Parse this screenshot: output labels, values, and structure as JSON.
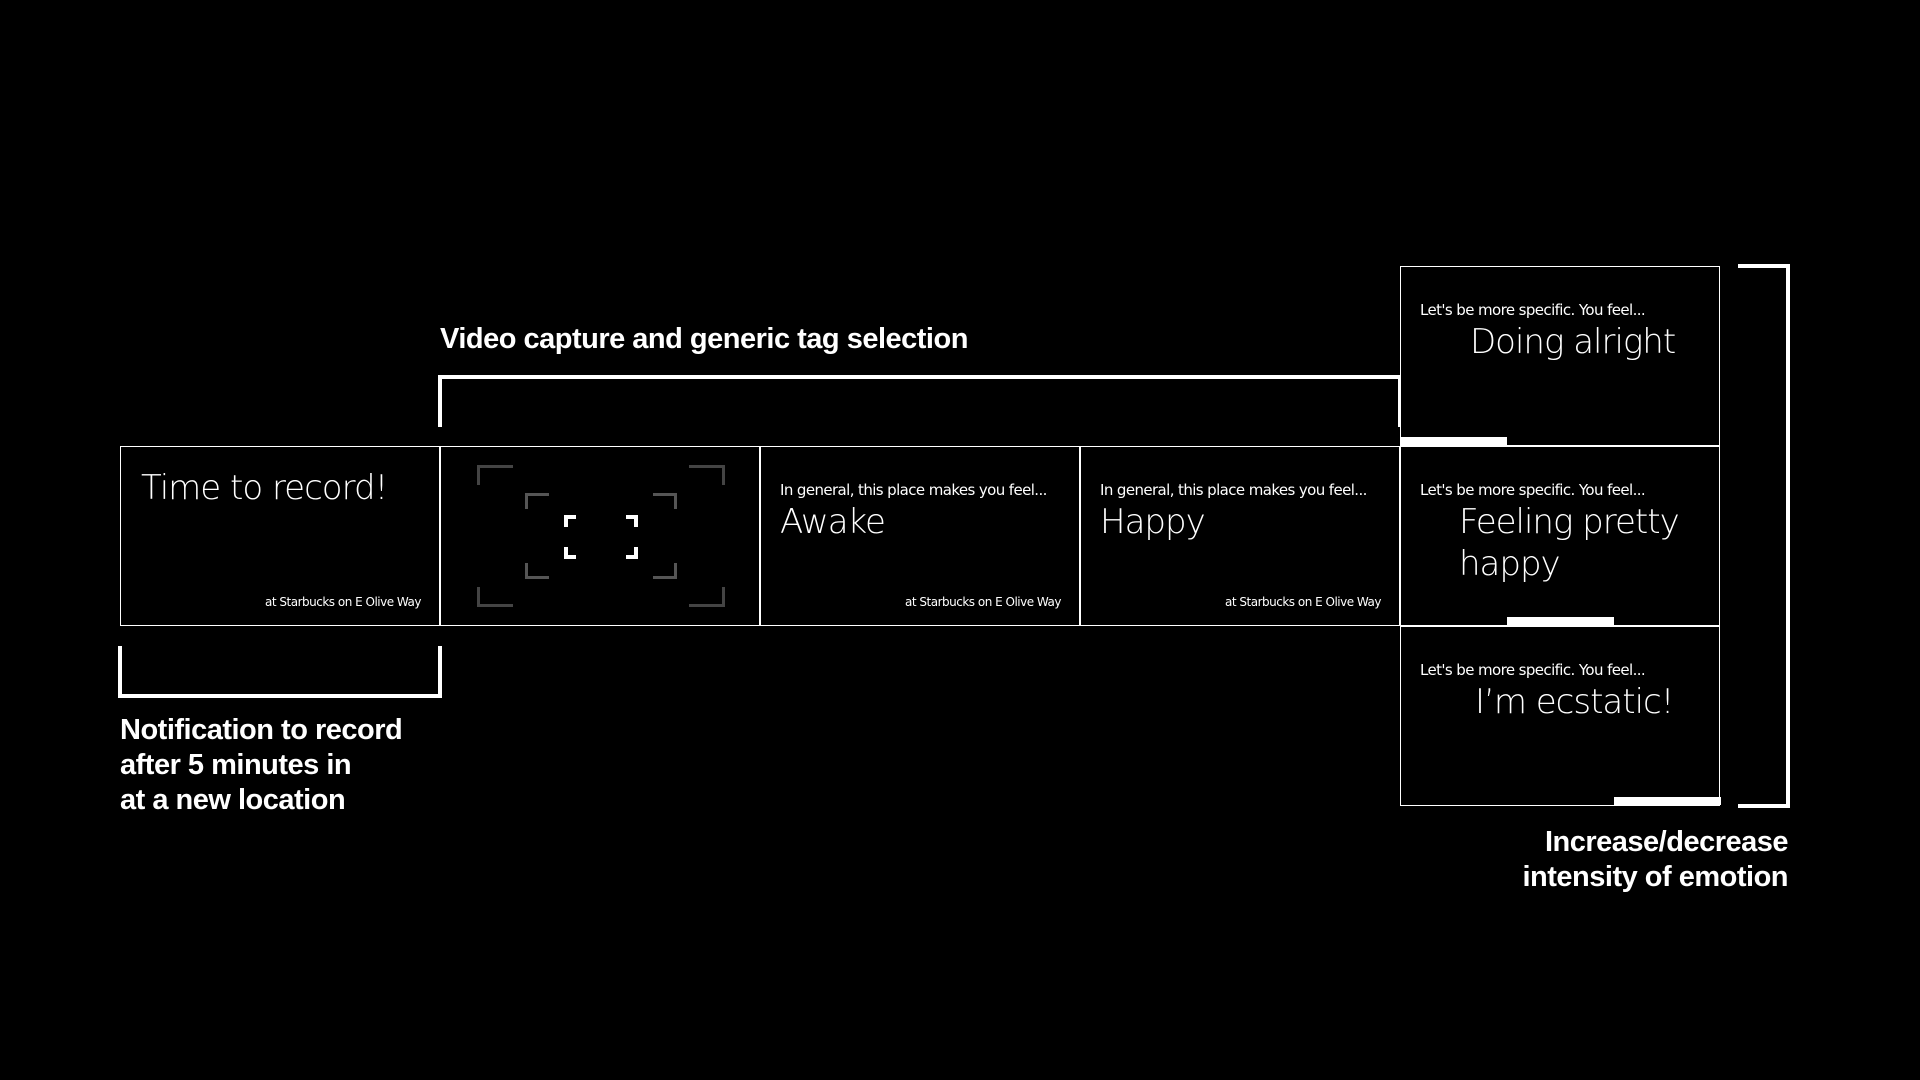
{
  "labels": {
    "video_capture": "Video capture and generic tag selection",
    "notification": [
      "Notification to record",
      "after 5 minutes in",
      "at a new location"
    ],
    "intensity": [
      "Increase/decrease",
      "intensity of emotion"
    ]
  },
  "cards": {
    "notification": {
      "title": "Time to record!",
      "location": "at Starbucks on E Olive Way"
    },
    "awake": {
      "prompt": "In general, this place makes you feel...",
      "tag": "Awake",
      "location": "at Starbucks on E Olive Way"
    },
    "happy": {
      "prompt": "In general, this place makes you feel...",
      "tag": "Happy",
      "location": "at Starbucks on E Olive Way"
    },
    "doing_alright": {
      "prompt": "Let's be more specific. You feel...",
      "tag": "Doing alright",
      "level": 0.33
    },
    "feeling_pretty_happy": {
      "prompt": "Let's be more specific. You feel...",
      "tag_lines": [
        "Feeling pretty",
        "happy"
      ],
      "level": 0.67
    },
    "ecstatic": {
      "prompt": "Let's be more specific. You feel...",
      "tag": "I’m ecstatic!",
      "level": 1.0
    }
  },
  "icons": {
    "viewfinder": "viewfinder-icon"
  }
}
